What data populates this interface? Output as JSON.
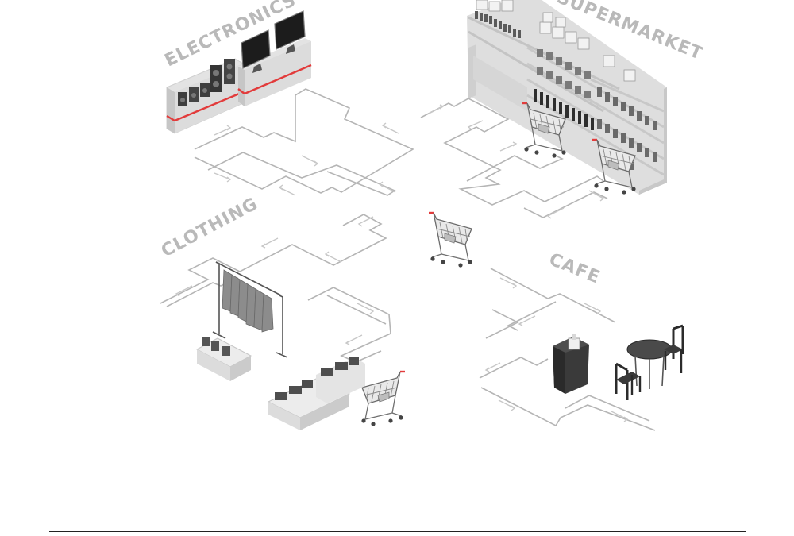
{
  "zones": {
    "electronics": "ELECTRONICS",
    "supermarket": "SUPERMARKET",
    "clothing": "CLOTHING",
    "cafe": "CAFE"
  },
  "colors": {
    "accent": "#e23b3b",
    "path": "#b5b5b5",
    "label": "#b9b9b9",
    "shelf_light": "#e6e6e6",
    "shelf_mid": "#cfcfcf",
    "product_dark": "#4a4a4a"
  },
  "icons": [
    "shopping-cart-icon",
    "tv-icon",
    "speaker-icon",
    "clothes-rack-icon",
    "cafe-table-icon",
    "chair-icon",
    "cashier-counter-icon"
  ]
}
